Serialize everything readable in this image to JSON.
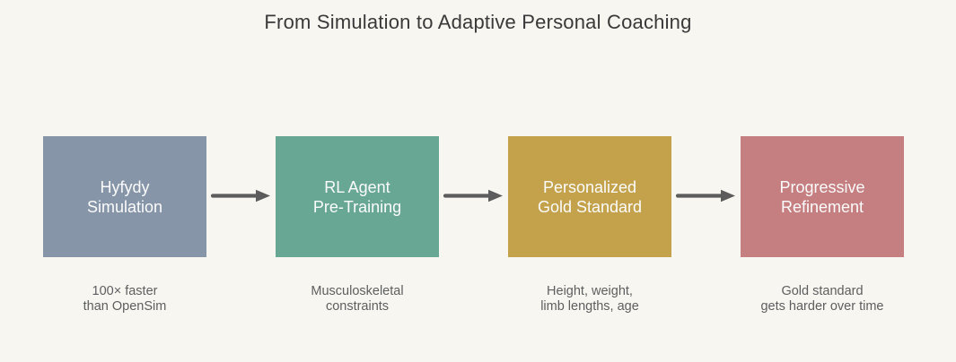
{
  "title": "From Simulation to Adaptive Personal Coaching",
  "colors": {
    "background": "#f8f6f0",
    "title_text": "#393939",
    "caption_text": "#5d5e60",
    "box_label_text": "#fbfbfb",
    "arrow": "#5c5c5c"
  },
  "stages": [
    {
      "label": "Hyfydy\nSimulation",
      "caption": "100× faster\nthan OpenSim",
      "color": "#8695a8"
    },
    {
      "label": "RL Agent\nPre-Training",
      "caption": "Musculoskeletal\nconstraints",
      "color": "#68a794"
    },
    {
      "label": "Personalized\nGold Standard",
      "caption": "Height, weight,\nlimb lengths, age",
      "color": "#c3a24b"
    },
    {
      "label": "Progressive\nRefinement",
      "caption": "Gold standard\ngets harder over time",
      "color": "#c57f81"
    }
  ]
}
